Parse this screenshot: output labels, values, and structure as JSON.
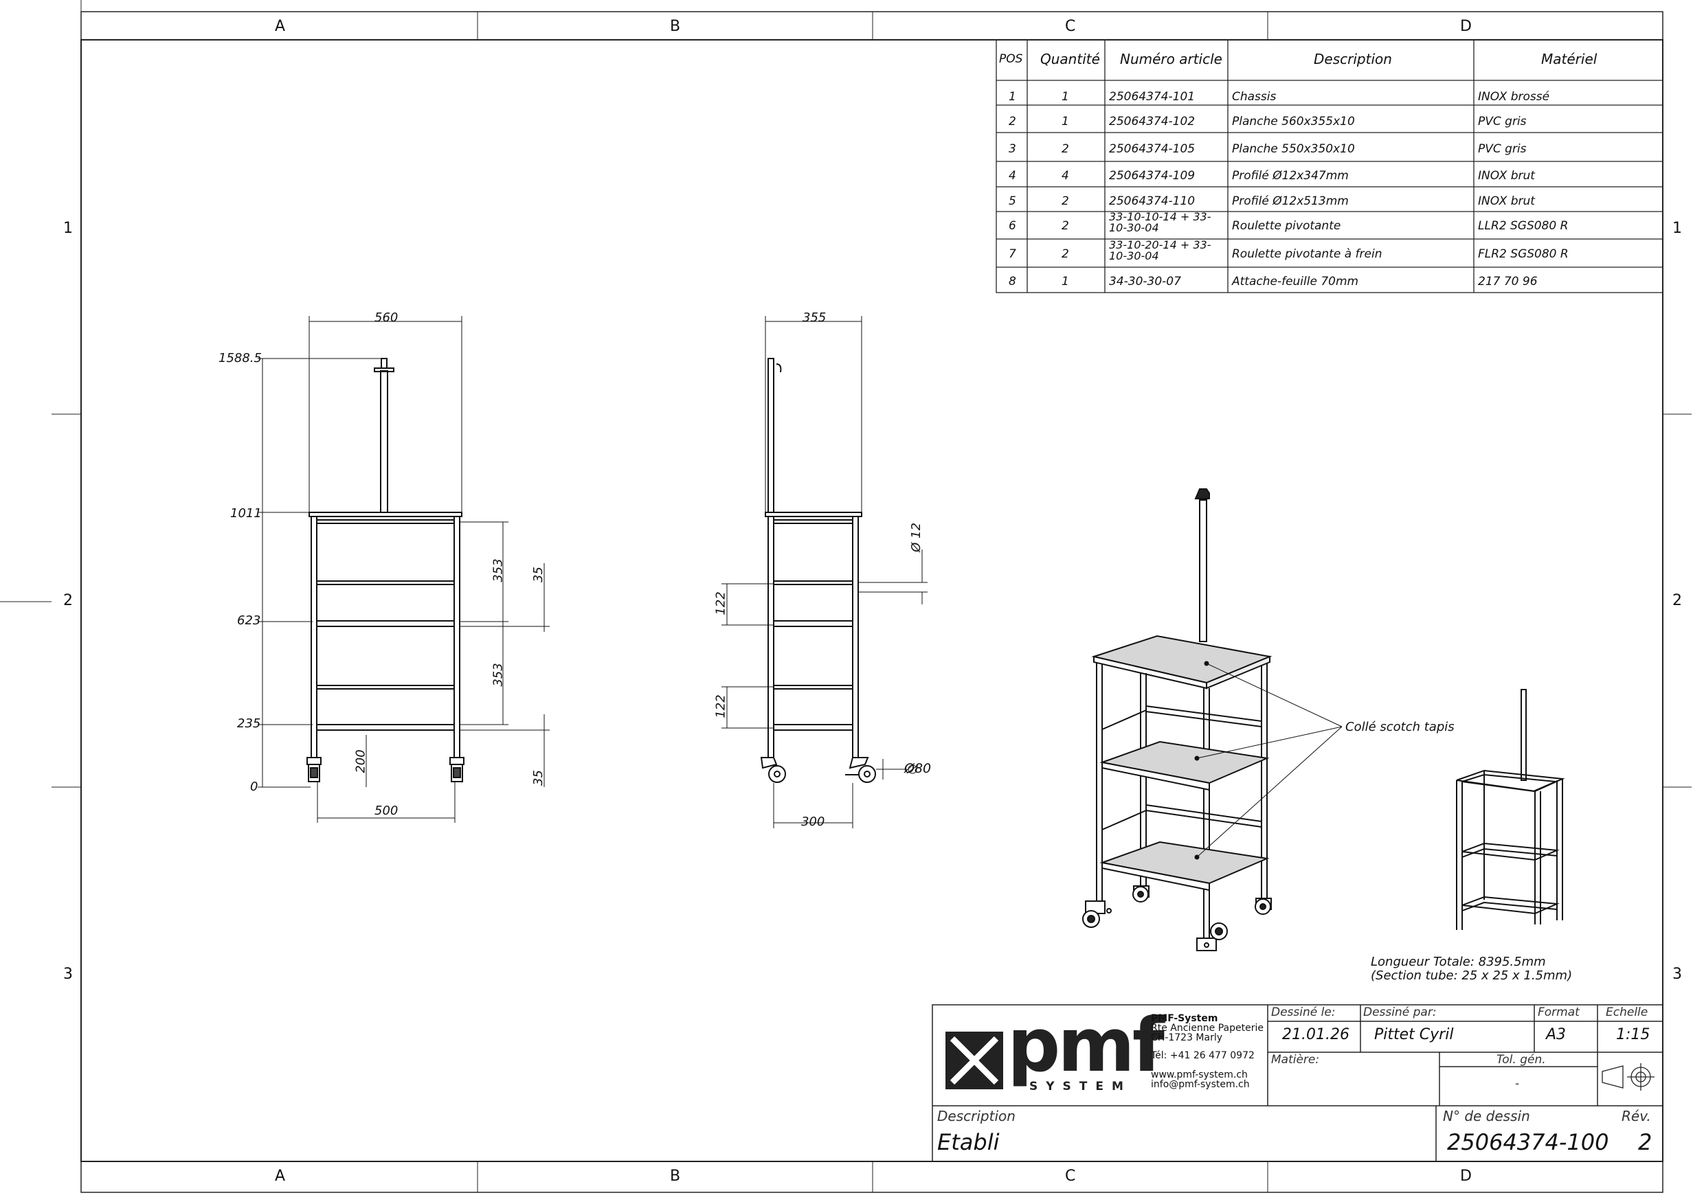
{
  "grid": {
    "columns": [
      "A",
      "B",
      "C",
      "D"
    ],
    "rows": [
      "1",
      "2",
      "3"
    ]
  },
  "bom": {
    "headers": [
      "POS",
      "Quantité",
      "Numéro article",
      "Description",
      "Matériel"
    ],
    "rows": [
      {
        "pos": "1",
        "qty": "1",
        "article": "25064374-101",
        "description": "Chassis",
        "material": "INOX brossé"
      },
      {
        "pos": "2",
        "qty": "1",
        "article": "25064374-102",
        "description": "Planche 560x355x10",
        "material": "PVC gris"
      },
      {
        "pos": "3",
        "qty": "2",
        "article": "25064374-105",
        "description": "Planche 550x350x10",
        "material": "PVC gris"
      },
      {
        "pos": "4",
        "qty": "4",
        "article": "25064374-109",
        "description": "Profilé Ø12x347mm",
        "material": "INOX brut"
      },
      {
        "pos": "5",
        "qty": "2",
        "article": "25064374-110",
        "description": "Profilé Ø12x513mm",
        "material": "INOX brut"
      },
      {
        "pos": "6",
        "qty": "2",
        "article": "33-10-10-14 + 33-10-30-04",
        "description": "Roulette pivotante",
        "material": "LLR2 SGS080 R"
      },
      {
        "pos": "7",
        "qty": "2",
        "article": "33-10-20-14 + 33-10-30-04",
        "description": "Roulette pivotante à frein",
        "material": "FLR2 SGS080 R"
      },
      {
        "pos": "8",
        "qty": "1",
        "article": "34-30-30-07",
        "description": "Attache-feuille 70mm",
        "material": "217 70 96"
      }
    ]
  },
  "front_view": {
    "dims": {
      "width_top": "560",
      "width_bottom": "500",
      "h_total": "1588.5",
      "h_top": "1011",
      "h_mid": "623",
      "h_low": "235",
      "h_zero": "0",
      "h_wheel": "200",
      "gap1": "353",
      "gap2": "353",
      "thk1": "35",
      "thk2": "35"
    }
  },
  "side_view": {
    "dims": {
      "depth": "355",
      "base": "300",
      "spacing1": "122",
      "spacing2": "122",
      "rod": "Ø 12",
      "wheel": "Ø80"
    }
  },
  "iso": {
    "callout": "Collé scotch tapis",
    "note_line1": "Longueur Totale: 8395.5mm",
    "note_line2": "(Section tube: 25 x 25 x 1.5mm)"
  },
  "title_block": {
    "company": "PMF-System",
    "address1": "Rte Ancienne Papeterie",
    "address2": "CH-1723 Marly",
    "phone": "Tél: +41 26 477 0972",
    "web": "www.pmf-system.ch",
    "email": "info@pmf-system.ch",
    "logo_word": "pmf",
    "logo_sub": "SYSTEM",
    "drawn_on_label": "Dessiné le:",
    "drawn_on": "21.01.26",
    "drawn_by_label": "Dessiné par:",
    "drawn_by": "Pittet Cyril",
    "format_label": "Format",
    "format": "A3",
    "scale_label": "Echelle",
    "scale": "1:15",
    "material_label": "Matière:",
    "tolerance_label": "Tol. gén.",
    "tolerance": "-",
    "description_label": "Description",
    "description": "Etabli",
    "drawing_no_label": "N° de dessin",
    "drawing_no": "25064374-100",
    "rev_label": "Rév.",
    "rev": "2"
  }
}
